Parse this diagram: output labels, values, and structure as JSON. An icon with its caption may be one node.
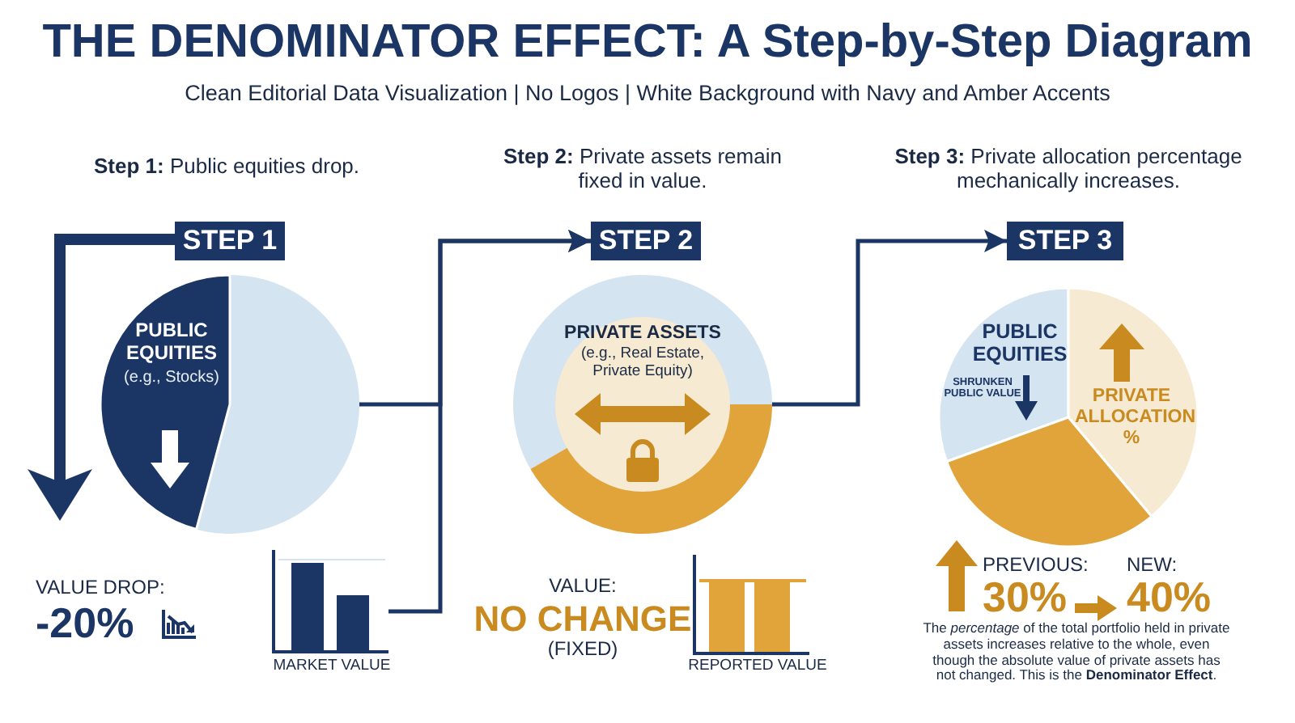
{
  "diagram": {
    "title": "THE DENOMINATOR EFFECT: A Step-by-Step Diagram",
    "nodes": [
      {
        "text": [
          "STEP 1"
        ]
      },
      {
        "text": [
          "PUBLIC EQUITIES",
          "(e.g., Stocks)"
        ]
      },
      {
        "text": [],
        "shape": "chart",
        "beside": [
          "MARKET VALUE"
        ]
      },
      {
        "text": [
          "STEP 2"
        ]
      },
      {
        "text": [
          "PRIVATE ASSETS",
          "(e.g., Real Estate, Private Equity)"
        ]
      },
      {
        "text": [
          "STEP 3"
        ]
      },
      {
        "text": [
          "PUBLIC EQUITIES",
          "SHRUNKEN PUBLIC VALUE",
          "PRIVATE ALLOCATION %"
        ]
      }
    ],
    "edges": [
      {
        "from": 1,
        "to": 3,
        "arrow": "to"
      },
      {
        "from": 2,
        "to": 3,
        "arrow": "to"
      },
      {
        "from": 4,
        "to": 5,
        "arrow": "to"
      }
    ],
    "labels": [
      "Clean Editorial Data Visualization | No Logos | White Background with Navy and Amber Accents",
      "**Step 1:** Public equities drop.",
      "**Step 2:** Private assets remain fixed in value.",
      "**Step 3:** Private allocation percentage mechanically increases.",
      "VALUE DROP:",
      "-20%",
      "VALUE:",
      "NO CHANGE",
      "(FIXED)",
      "REPORTED VALUE",
      "PREVIOUS:",
      "30%",
      "NEW:",
      "40%",
      "The *percentage* of the total portfolio held in private assets increases relative to the whole, even though the absolute value of private assets has not changed. This is the **Denominator Effect**."
    ]
  }
}
